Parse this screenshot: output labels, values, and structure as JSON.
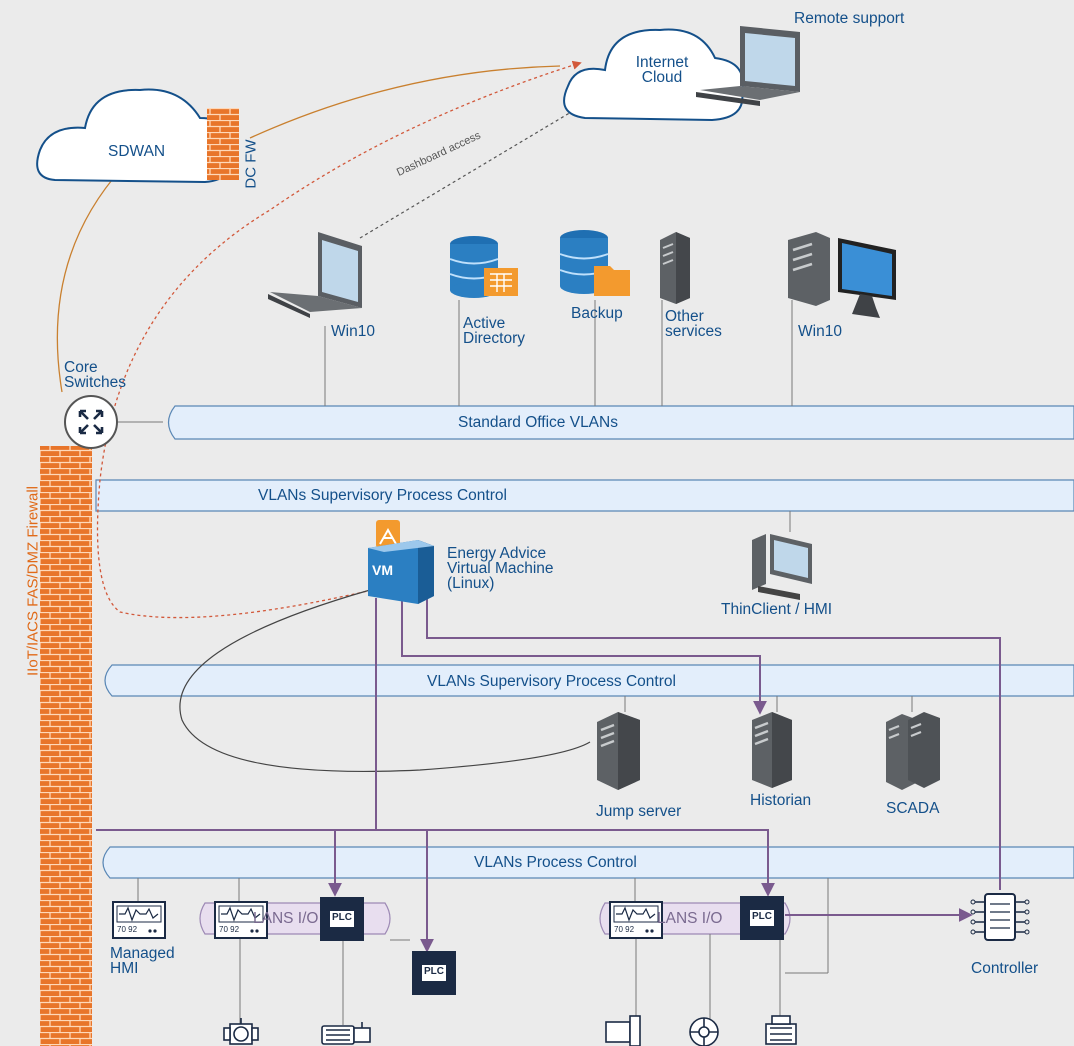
{
  "labels": {
    "remote_support": "Remote support",
    "internet_cloud": "Internet\nCloud",
    "sdwan": "SDWAN",
    "dc_fw": "DC FW",
    "dashboard_access": "Dashboard access",
    "core_switches": "Core\nSwitches",
    "firewall_vertical": "IIoT/IACS FAS/DMZ Firewall",
    "win10_laptop": "Win10",
    "active_directory": "Active\nDirectory",
    "backup": "Backup",
    "other_services": "Other\nservices",
    "win10_desktop": "Win10",
    "energy_vm": "Energy Advice\nVirtual Machine\n(Linux)",
    "vm_badge": "VM",
    "thinclient": "ThinClient / HMI",
    "jump_server": "Jump server",
    "historian": "Historian",
    "scada": "SCADA",
    "managed_hmi": "Managed\nHMI",
    "controller": "Controller",
    "plc": "PLC",
    "hmi_readout": "70 92"
  },
  "bands": {
    "standard_office": "Standard Office VLANs",
    "supervisory_top": "VLANs Supervisory Process Control",
    "supervisory_mid": "VLANs Supervisory Process Control",
    "process_control": "VLANs Process Control",
    "lans_io_left": "LANS I/O",
    "lans_io_right": "LANS I/O"
  },
  "colors": {
    "background": "#ebebeb",
    "band_fill": "#e3eefb",
    "band_stroke": "#5a87b5",
    "label_text": "#14508a",
    "firewall_orange": "#e8752a",
    "purple_flow": "#7a5a8e",
    "internet_link": "#c9802f",
    "dotted_red": "#d2583a",
    "server_gray": "#5d6165",
    "plc_navy": "#1b2a44"
  },
  "icons": [
    "cloud-icon",
    "laptop-icon",
    "database-icon",
    "server-icon",
    "desktop-icon",
    "thin-client-icon",
    "switch-icon",
    "firewall-icon",
    "vm-icon",
    "plc-icon",
    "hmi-icon",
    "controller-icon",
    "valve-icon",
    "pump-icon",
    "motor-icon"
  ]
}
